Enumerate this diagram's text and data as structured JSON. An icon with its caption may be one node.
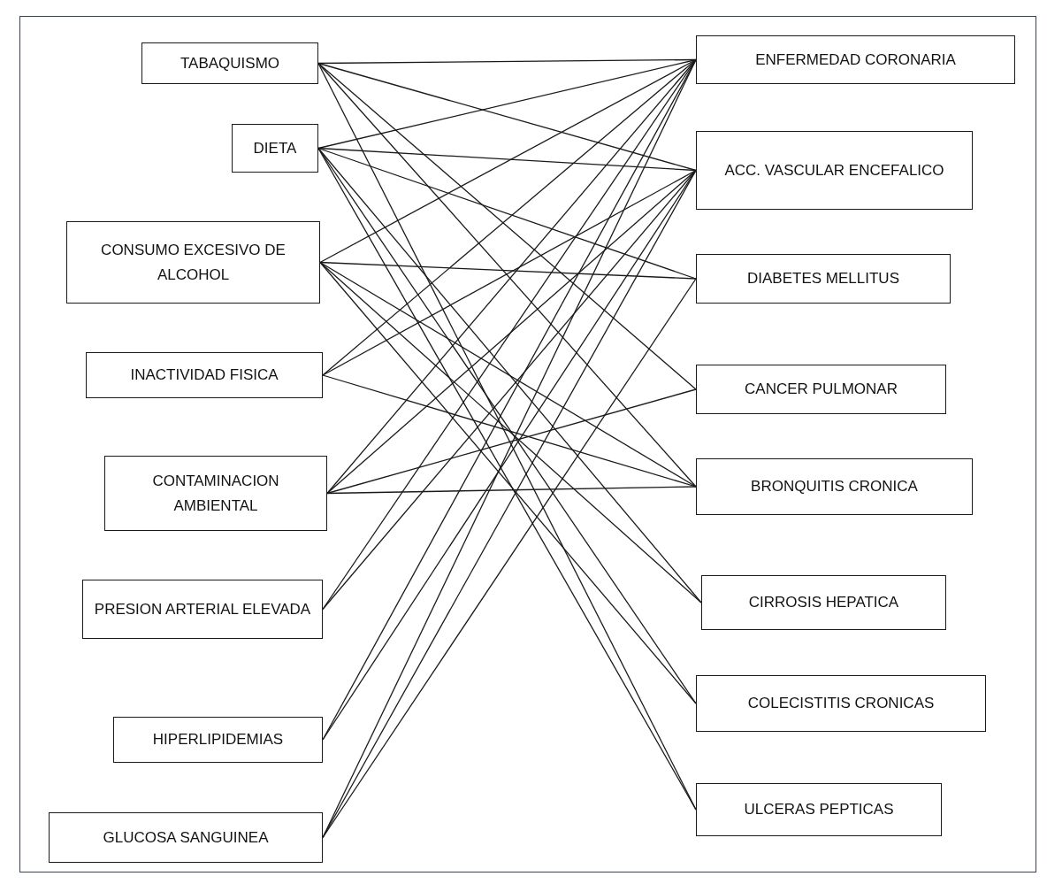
{
  "diagram": {
    "nodes": [
      {
        "text": [
          "TABAQUISMO"
        ]
      },
      {
        "text": [
          "DIETA"
        ]
      },
      {
        "text": [
          "CONSUMO EXCESIVO DE ALCOHOL"
        ]
      },
      {
        "text": [
          "INACTIVIDAD FISICA"
        ]
      },
      {
        "text": [
          "CONTAMINACION AMBIENTAL"
        ]
      },
      {
        "text": [
          "PRESION ARTERIAL ELEVADA"
        ]
      },
      {
        "text": [
          "HIPERLIPIDEMIAS"
        ]
      },
      {
        "text": [
          "GLUCOSA SANGUINEA"
        ]
      },
      {
        "text": [
          "ENFERMEDAD CORONARIA"
        ]
      },
      {
        "text": [
          "ACC. VASCULAR ENCEFALICO"
        ]
      },
      {
        "text": [
          "DIABETES MELLITUS"
        ]
      },
      {
        "text": [
          "CANCER PULMONAR"
        ]
      },
      {
        "text": [
          "BRONQUITIS CRONICA"
        ]
      },
      {
        "text": [
          "CIRROSIS HEPATICA"
        ]
      },
      {
        "text": [
          "COLECISTITIS CRONICAS"
        ]
      },
      {
        "text": [
          "ULCERAS PEPTICAS"
        ]
      }
    ],
    "edges": [
      {
        "from": 0,
        "to": 8,
        "arrow": "none"
      },
      {
        "from": 0,
        "to": 9,
        "arrow": "none"
      },
      {
        "from": 0,
        "to": 11,
        "arrow": "none"
      },
      {
        "from": 0,
        "to": 12,
        "arrow": "none"
      },
      {
        "from": 0,
        "to": 15,
        "arrow": "none"
      },
      {
        "from": 1,
        "to": 8,
        "arrow": "none"
      },
      {
        "from": 1,
        "to": 9,
        "arrow": "none"
      },
      {
        "from": 1,
        "to": 10,
        "arrow": "none"
      },
      {
        "from": 1,
        "to": 13,
        "arrow": "none"
      },
      {
        "from": 1,
        "to": 14,
        "arrow": "none"
      },
      {
        "from": 1,
        "to": 15,
        "arrow": "none"
      },
      {
        "from": 2,
        "to": 8,
        "arrow": "none"
      },
      {
        "from": 2,
        "to": 10,
        "arrow": "none"
      },
      {
        "from": 2,
        "to": 12,
        "arrow": "none"
      },
      {
        "from": 2,
        "to": 13,
        "arrow": "none"
      },
      {
        "from": 2,
        "to": 14,
        "arrow": "none"
      },
      {
        "from": 3,
        "to": 8,
        "arrow": "none"
      },
      {
        "from": 3,
        "to": 9,
        "arrow": "none"
      },
      {
        "from": 3,
        "to": 12,
        "arrow": "none"
      },
      {
        "from": 4,
        "to": 8,
        "arrow": "none"
      },
      {
        "from": 4,
        "to": 9,
        "arrow": "none"
      },
      {
        "from": 4,
        "to": 11,
        "arrow": "none"
      },
      {
        "from": 4,
        "to": 12,
        "arrow": "none"
      },
      {
        "from": 5,
        "to": 8,
        "arrow": "none"
      },
      {
        "from": 5,
        "to": 9,
        "arrow": "none"
      },
      {
        "from": 6,
        "to": 8,
        "arrow": "none"
      },
      {
        "from": 6,
        "to": 9,
        "arrow": "none"
      },
      {
        "from": 7,
        "to": 8,
        "arrow": "none"
      },
      {
        "from": 7,
        "to": 9,
        "arrow": "none"
      },
      {
        "from": 7,
        "to": 10,
        "arrow": "none"
      }
    ]
  }
}
